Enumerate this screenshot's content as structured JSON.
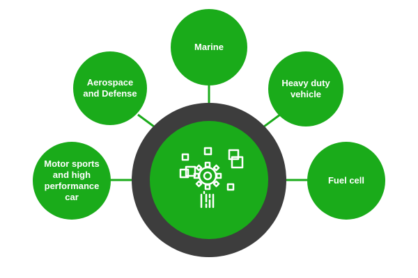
{
  "diagram": {
    "center": {
      "icon": "gear-with-pixel-squares-icon"
    },
    "nodes": [
      {
        "id": "marine",
        "label": "Marine"
      },
      {
        "id": "aero",
        "label": "Aerospace and Defense"
      },
      {
        "id": "heavy",
        "label": "Heavy duty vehicle"
      },
      {
        "id": "motor",
        "label": "Motor sports and high performance car"
      },
      {
        "id": "fuel",
        "label": "Fuel cell"
      }
    ]
  },
  "colors": {
    "node_fill": "#1aab1a",
    "ring_fill": "#3d3d3d",
    "connector": "#1aab1a",
    "icon_stroke": "#ffffff"
  }
}
